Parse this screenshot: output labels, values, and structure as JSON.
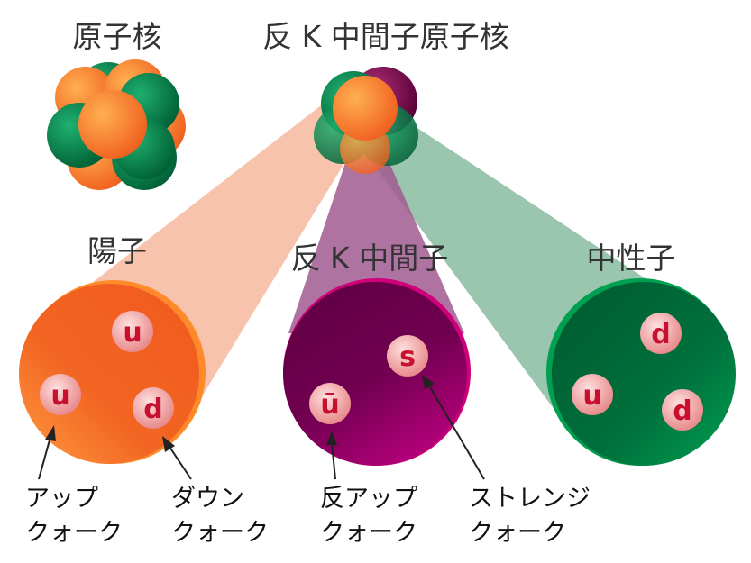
{
  "titles": {
    "nucleus": "原子核",
    "kaonic_nucleus": "反 K 中間子原子核",
    "proton": "陽子",
    "antikaon": "反 K 中間子",
    "neutron": "中性子"
  },
  "quarks": {
    "proton": [
      "u",
      "u",
      "d"
    ],
    "antikaon": [
      "s",
      "ū"
    ],
    "neutron": [
      "d",
      "u",
      "d"
    ]
  },
  "annotations": {
    "up": [
      "アップ",
      "クォーク"
    ],
    "down": [
      "ダウン",
      "クォーク"
    ],
    "antiup": [
      "反アップ",
      "クォーク"
    ],
    "strange": [
      "ストレンジ",
      "クォーク"
    ]
  },
  "colors": {
    "proton": "#f26522",
    "antikaon": "#7a0050",
    "neutron": "#00854a",
    "proton_cone": "#f7b89d",
    "antikaon_cone": "#a05a90",
    "neutron_cone": "#8fbfa6"
  }
}
